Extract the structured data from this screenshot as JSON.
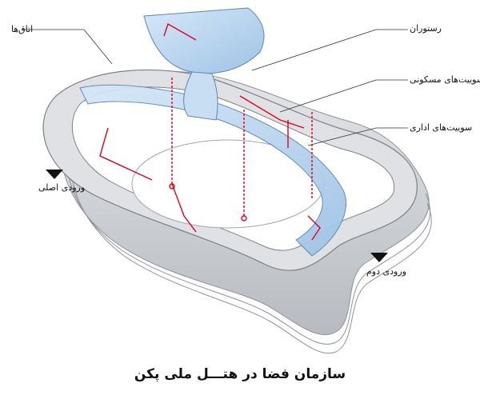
{
  "title": "سازمان فضا در  هتـــل ملی پکن",
  "labels": {
    "rooms": "اتاق‌ها",
    "restaurant": "رستوران",
    "residential_suites": "سوییت‌های مسکونی",
    "office_suites": "سوییت‌های اداری",
    "main_entrance": "ورودی اصلی",
    "second_entrance": "ورودی دوم"
  },
  "colors": {
    "structure": "#c9ccd0",
    "glass": "#b9d6f2",
    "circulation": "#e0001b",
    "ink": "#111111"
  }
}
